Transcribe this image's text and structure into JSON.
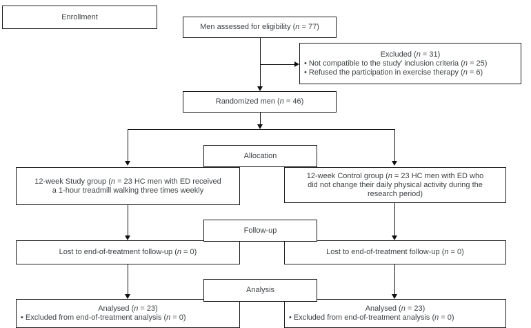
{
  "colors": {
    "background": "#ffffff",
    "box_border": "#1a1a1a",
    "text": "#3c4043",
    "connector": "#111111"
  },
  "stage_labels": {
    "enrollment": "Enrollment",
    "allocation": "Allocation",
    "followup": "Follow-up",
    "analysis": "Analysis"
  },
  "boxes": {
    "assessed": {
      "lines": [
        [
          {
            "t": "Men assessed for eligibility ("
          },
          {
            "t": "n",
            "i": true
          },
          {
            "t": " = 77)"
          }
        ]
      ]
    },
    "excluded": {
      "lines": [
        [
          {
            "t": "Excluded ("
          },
          {
            "t": "n",
            "i": true
          },
          {
            "t": " = 31)"
          }
        ],
        [
          {
            "t": "• Not compatible to the study’ inclusion criteria ("
          },
          {
            "t": "n",
            "i": true
          },
          {
            "t": " = 25)"
          }
        ],
        [
          {
            "t": "• Refused the participation in exercise therapy ("
          },
          {
            "t": "n",
            "i": true
          },
          {
            "t": " = 6)"
          }
        ]
      ]
    },
    "randomized": {
      "lines": [
        [
          {
            "t": "Randomized men ("
          },
          {
            "t": "n",
            "i": true
          },
          {
            "t": " = 46)"
          }
        ]
      ]
    },
    "study_group": {
      "lines": [
        [
          {
            "t": "12-week Study group ("
          },
          {
            "t": "n",
            "i": true
          },
          {
            "t": " = 23 HC men with ED received"
          }
        ],
        [
          {
            "t": "a 1-hour treadmill walking three times weekly"
          }
        ]
      ]
    },
    "control_group": {
      "lines": [
        [
          {
            "t": "12-week Control group ("
          },
          {
            "t": "n",
            "i": true
          },
          {
            "t": " = 23 HC men with ED who"
          }
        ],
        [
          {
            "t": "did not change their daily physical activity during the"
          }
        ],
        [
          {
            "t": "research period)"
          }
        ]
      ]
    },
    "followup_left": {
      "lines": [
        [
          {
            "t": "Lost to end-of-treatment follow-up ("
          },
          {
            "t": "n",
            "i": true
          },
          {
            "t": " = 0)"
          }
        ]
      ]
    },
    "followup_right": {
      "lines": [
        [
          {
            "t": "Lost to end-of-treatment follow-up ("
          },
          {
            "t": "n",
            "i": true
          },
          {
            "t": " = 0)"
          }
        ]
      ]
    },
    "analysis_left": {
      "lines": [
        [
          {
            "t": "Analysed ("
          },
          {
            "t": "n",
            "i": true
          },
          {
            "t": " = 23)"
          }
        ],
        [
          {
            "t": "• Excluded from end-of-treatment analysis ("
          },
          {
            "t": "n",
            "i": true
          },
          {
            "t": " = 0)"
          }
        ]
      ]
    },
    "analysis_right": {
      "lines": [
        [
          {
            "t": "Analysed ("
          },
          {
            "t": "n",
            "i": true
          },
          {
            "t": " = 23)"
          }
        ],
        [
          {
            "t": "• Excluded from end-of-treatment analysis ("
          },
          {
            "t": "n",
            "i": true
          },
          {
            "t": " = 0)"
          }
        ]
      ]
    }
  }
}
